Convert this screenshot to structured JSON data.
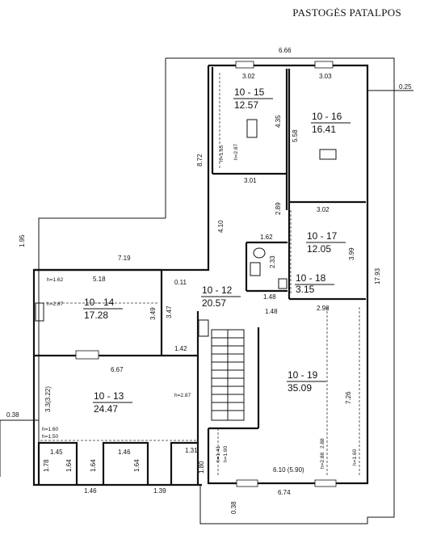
{
  "title": "PASTOGĖS PATALPOS",
  "rooms": [
    {
      "id": "10 - 15",
      "area": "12.57"
    },
    {
      "id": "10 - 16",
      "area": "16.41"
    },
    {
      "id": "10 - 17",
      "area": "12.05"
    },
    {
      "id": "10 - 18",
      "area": "3.15"
    },
    {
      "id": "10 - 12",
      "area": "20.57"
    },
    {
      "id": "10 - 14",
      "area": "17.28"
    },
    {
      "id": "10 - 13",
      "area": "24.47"
    },
    {
      "id": "10 - 19",
      "area": "35.09"
    }
  ],
  "dims": {
    "d_666": "6.66",
    "d_025": "0.25",
    "d_302a": "3.02",
    "d_303": "3.03",
    "d_435": "4.35",
    "d_558": "5.58",
    "d_872": "8.72",
    "d_301": "3.01",
    "d_289": "2.89",
    "d_302b": "3.02",
    "d_410": "4.10",
    "d_162": "1.62",
    "d_399": "3.99",
    "d_1793": "17.93",
    "d_195": "1.95",
    "d_719": "7.19",
    "d_233": "2.33",
    "d_148a": "1.48",
    "d_518": "5.18",
    "d_011": "0.11",
    "d_349a": "3.49",
    "d_347": "3.47",
    "d_148b": "1.48",
    "d_298": "2.98",
    "d_142": "1.42",
    "d_667": "6.67",
    "d_726": "7.26",
    "d_322": "3.3(3.22)",
    "d_038a": "0.38",
    "d_145": "1.45",
    "d_146a": "1.46",
    "d_131": "1.31",
    "d_178": "1.78",
    "d_164a": "1.64",
    "d_164b": "1.64",
    "d_164c": "1.64",
    "d_180": "1.80",
    "d_146b": "1.46",
    "d_139": "1.39",
    "d_610": "6.10 (5.90)",
    "d_674": "6.74",
    "d_038b": "0.38",
    "d_288": "2.88",
    "h_165": "h=1.65",
    "h_287a": "h=2.87",
    "h_162": "h=1.62",
    "h_287b": "h=2.87",
    "h_287c": "h=2.87",
    "h_160a": "h=1.60",
    "h_150": "h=1.50",
    "h_141": "h=1.41",
    "h_160b": "h=1.60",
    "h_288": "h=2.88",
    "h_160c": "h=1.60"
  }
}
